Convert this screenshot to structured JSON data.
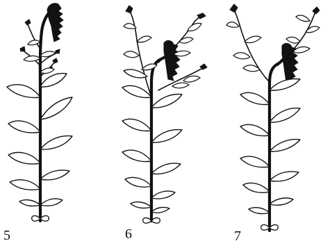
{
  "figure": {
    "panels": [
      {
        "label": "5"
      },
      {
        "label": "6"
      },
      {
        "label": "7"
      }
    ]
  }
}
